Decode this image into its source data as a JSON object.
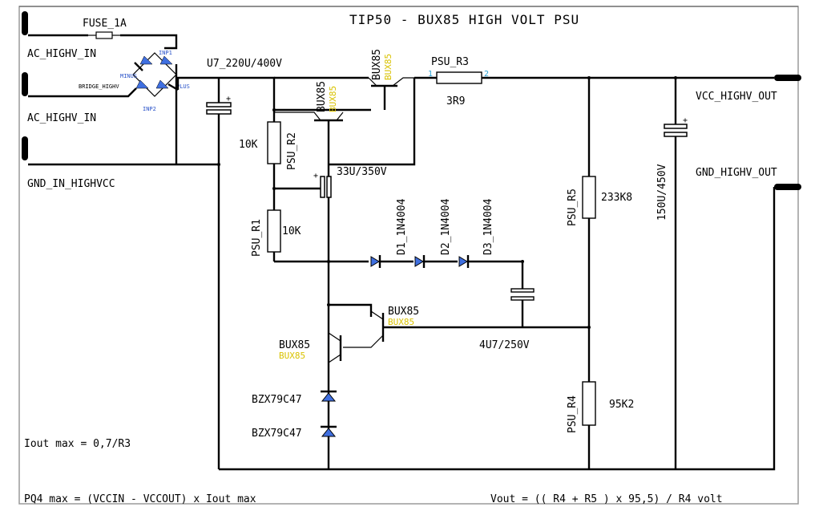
{
  "title": "TIP50 - BUX85 HIGH VOLT PSU",
  "ports": {
    "ac_in_1": "AC_HIGHV_IN",
    "ac_in_2": "AC_HIGHV_IN",
    "gnd_in": "GND_IN_HIGHVCC",
    "vcc_out": "VCC_HIGHV_OUT",
    "gnd_out": "GND_HIGHV_OUT"
  },
  "fuse": {
    "name": "FUSE_1A"
  },
  "bridge": {
    "name": "BRIDGE_HIGHV",
    "minus": "MINUS",
    "plus": "PLUS",
    "inp1": "INP1",
    "inp2": "INP2"
  },
  "components": {
    "c_in": "U7_220U/400V",
    "q_top": "BUX85",
    "q_top_yellow": "BUX85",
    "q_mid": "BUX85",
    "q_mid_yellow": "BUX85",
    "r3_name": "PSU_R3",
    "r3_value": "3R9",
    "r2_name": "PSU_R2",
    "r2_value": "10K",
    "c_33": "33U/350V",
    "r1_name": "PSU_R1",
    "r1_value": "10K",
    "d1": "D1_1N4004",
    "d2": "D2_1N4004",
    "d3": "D3_1N4004",
    "r5_name": "PSU_R5",
    "r5_value": "233K8",
    "c_out": "150U/450V",
    "q_low": "BUX85",
    "q_low_yellow": "BUX85",
    "q_bot": "BUX85",
    "q_bot_yellow": "BUX85",
    "c_small": "4U7/250V",
    "r4_name": "PSU_R4",
    "r4_value": "95K2",
    "z1": "BZX79C47",
    "z2": "BZX79C47"
  },
  "pins": {
    "one": "1",
    "two": "2"
  },
  "notes": {
    "iout": "Iout max = 0,7/R3",
    "pq4": "PQ4 max = (VCCIN - VCCOUT) x Iout max",
    "vout": "Vout = (( R4 + R5 ) x 95,5) / R4 volt"
  }
}
